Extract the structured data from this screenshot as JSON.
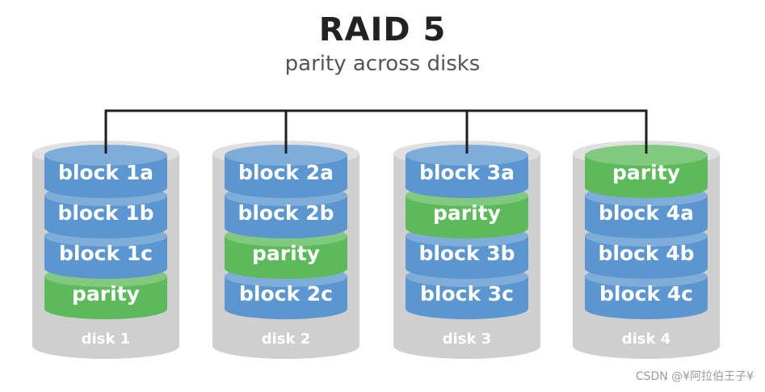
{
  "title": "RAID 5",
  "subtitle": "parity across disks",
  "watermark": "CSDN @¥阿拉伯王子¥",
  "colors": {
    "data_block": "#5b96d0",
    "parity_block": "#5dba5a",
    "disk_body": "#cfcfcf",
    "connector": "#1e1e1e"
  },
  "disks": [
    {
      "label": "disk 1",
      "blocks": [
        {
          "text": "block 1a",
          "type": "data"
        },
        {
          "text": "block 1b",
          "type": "data"
        },
        {
          "text": "block 1c",
          "type": "data"
        },
        {
          "text": "parity",
          "type": "parity"
        }
      ]
    },
    {
      "label": "disk 2",
      "blocks": [
        {
          "text": "block 2a",
          "type": "data"
        },
        {
          "text": "block 2b",
          "type": "data"
        },
        {
          "text": "parity",
          "type": "parity"
        },
        {
          "text": "block 2c",
          "type": "data"
        }
      ]
    },
    {
      "label": "disk 3",
      "blocks": [
        {
          "text": "block 3a",
          "type": "data"
        },
        {
          "text": "parity",
          "type": "parity"
        },
        {
          "text": "block 3b",
          "type": "data"
        },
        {
          "text": "block 3c",
          "type": "data"
        }
      ]
    },
    {
      "label": "disk 4",
      "blocks": [
        {
          "text": "parity",
          "type": "parity"
        },
        {
          "text": "block 4a",
          "type": "data"
        },
        {
          "text": "block 4b",
          "type": "data"
        },
        {
          "text": "block 4c",
          "type": "data"
        }
      ]
    }
  ]
}
